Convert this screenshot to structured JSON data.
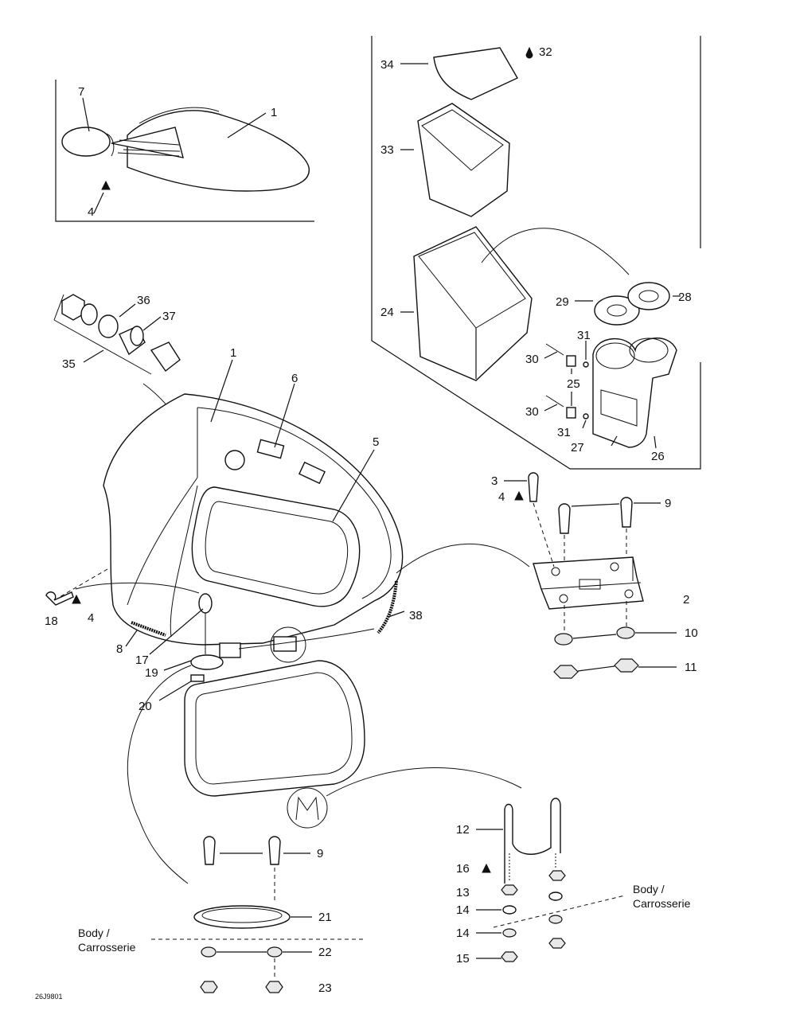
{
  "drawing_code": "26J9801",
  "body_note": "Body /\nCarrosserie",
  "body_line1": "Body /",
  "body_line2": "Carrosserie",
  "labels": {
    "p1a": "1",
    "p1b": "1",
    "p2": "2",
    "p3": "3",
    "p4a": "4",
    "p4b": "4",
    "p4c": "4",
    "p5": "5",
    "p6": "6",
    "p7": "7",
    "p8": "8",
    "p9a": "9",
    "p9b": "9",
    "p10": "10",
    "p11": "11",
    "p12": "12",
    "p13": "13",
    "p14a": "14",
    "p14b": "14",
    "p15": "15",
    "p16": "16",
    "p17": "17",
    "p18": "18",
    "p19": "19",
    "p20": "20",
    "p21": "21",
    "p22": "22",
    "p23": "23",
    "p24": "24",
    "p25": "25",
    "p26": "26",
    "p27": "27",
    "p28": "28",
    "p29": "29",
    "p30a": "30",
    "p30b": "30",
    "p31a": "31",
    "p31b": "31",
    "p32": "32",
    "p33": "33",
    "p34": "34",
    "p35": "35",
    "p36": "36",
    "p37": "37",
    "p38": "38"
  }
}
